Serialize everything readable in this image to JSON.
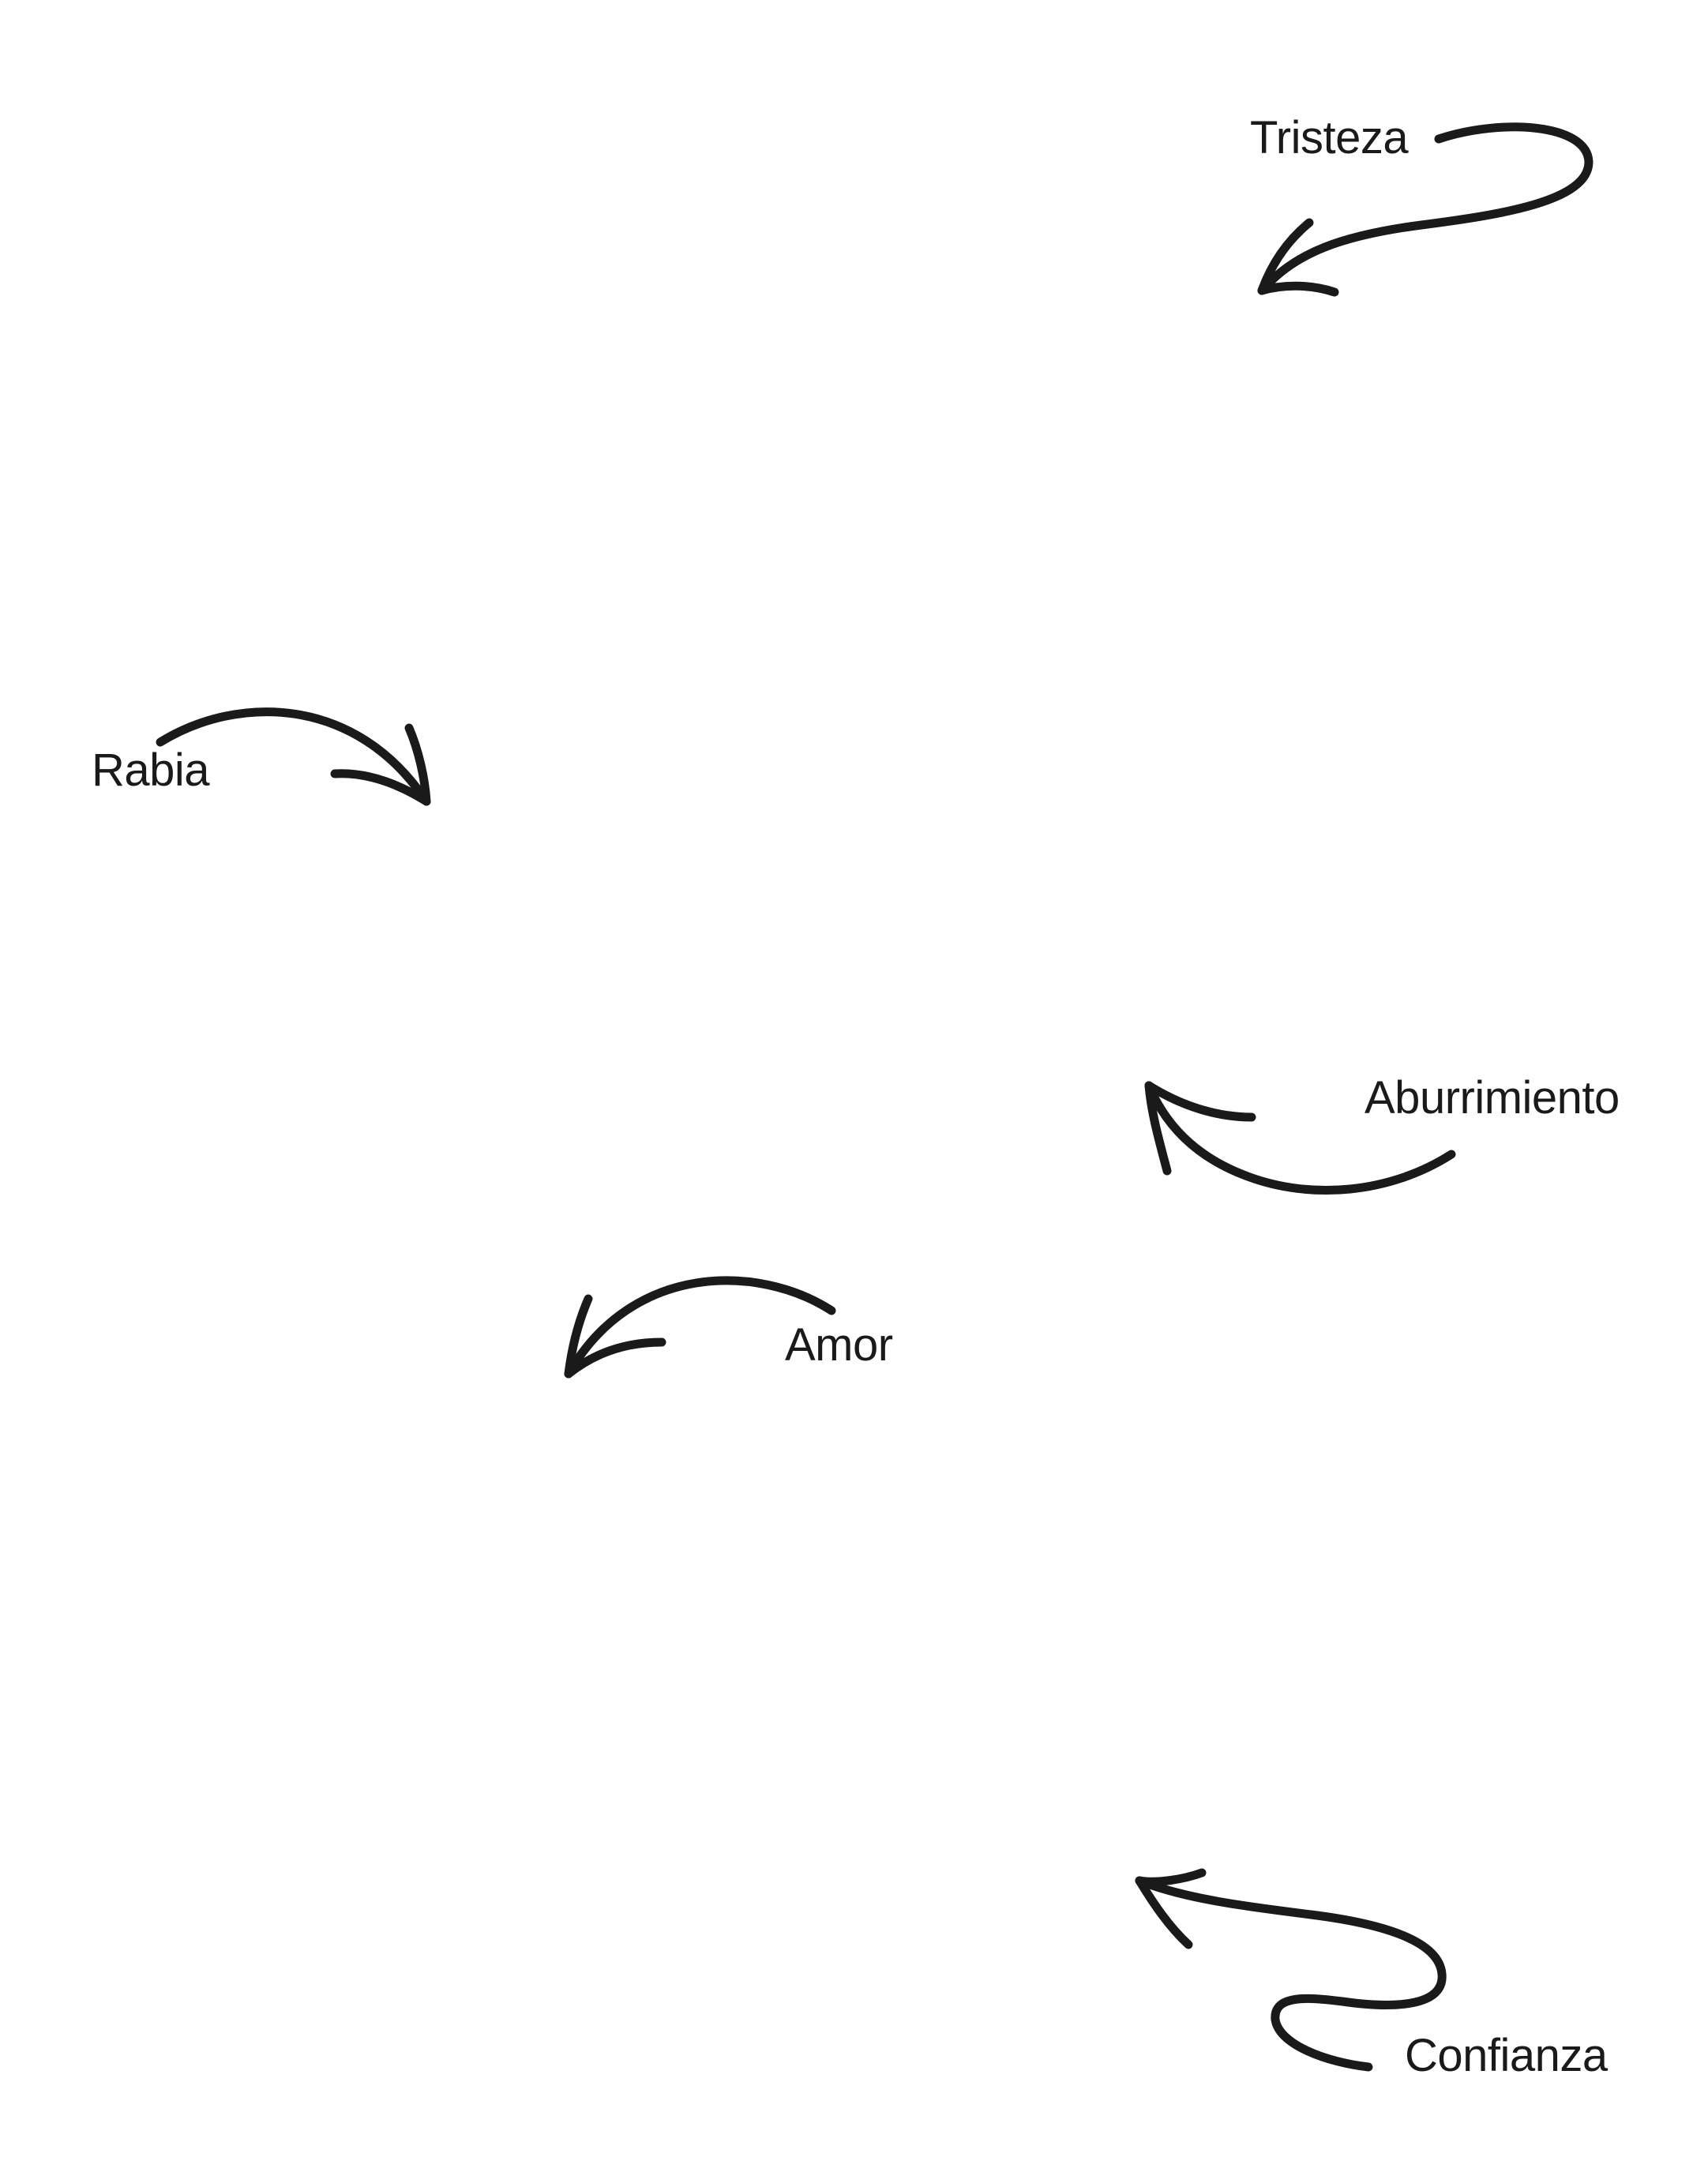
{
  "labels": {
    "tristeza": "Tristeza",
    "rabia": "Rabia",
    "aburrimiento": "Aburrimiento",
    "amor": "Amor",
    "confianza": "Confianza"
  },
  "colors": {
    "ink": "#1a1a1a",
    "background": "#ffffff"
  }
}
